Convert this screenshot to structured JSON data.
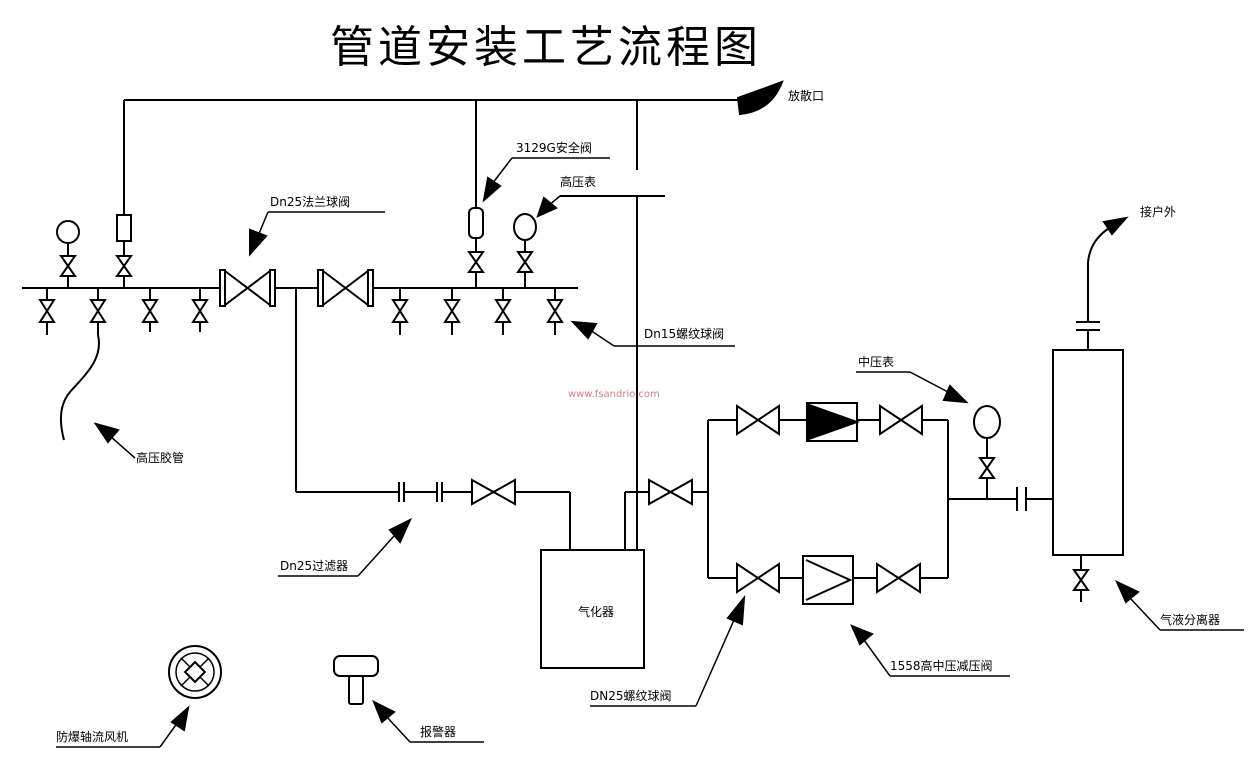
{
  "title": "管道安装工艺流程图",
  "watermark": "www.fsandrio.com",
  "labels": {
    "vent": "放散口",
    "safety_valve": "3129G安全阀",
    "high_pressure_gauge": "高压表",
    "flange_ball_valve": "Dn25法兰球阀",
    "thread_ball_valve_dn15": "Dn15螺纹球阀",
    "high_pressure_hose": "高压胶管",
    "filter": "Dn25过滤器",
    "vaporizer": "气化器",
    "thread_ball_valve_dn25": "DN25螺纹球阀",
    "pressure_reducer": "1558高中压减压阀",
    "medium_pressure_gauge": "中压表",
    "outdoor_connection": "接户外",
    "gas_liquid_separator": "气液分离器",
    "explosion_proof_fan": "防爆轴流风机",
    "alarm": "报警器"
  }
}
